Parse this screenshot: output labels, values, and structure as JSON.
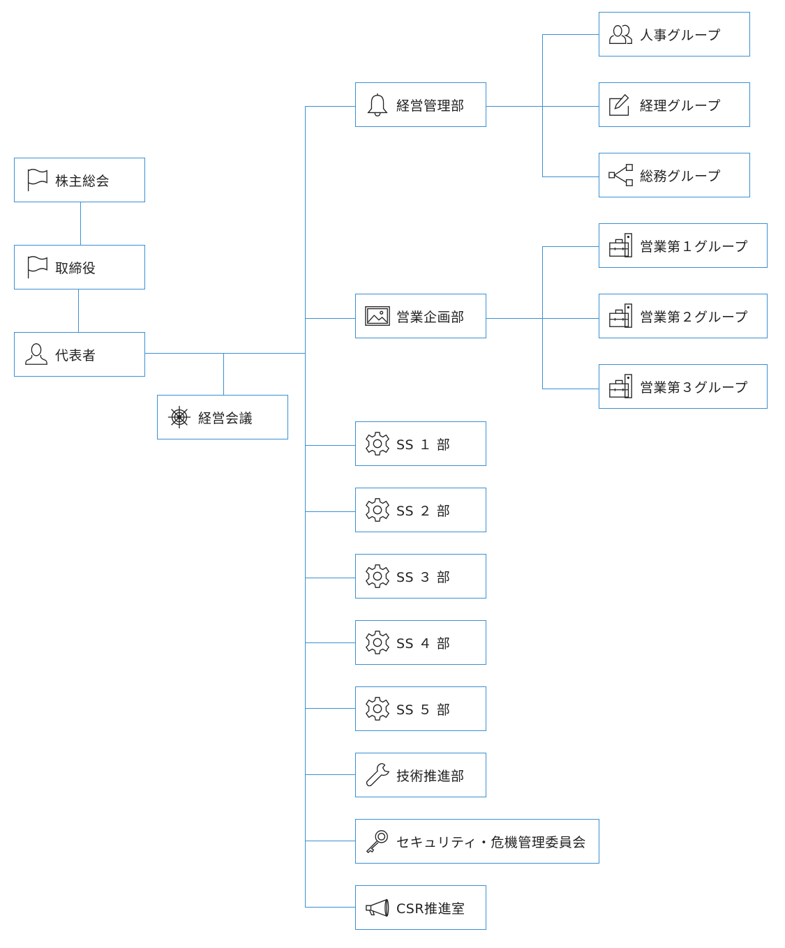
{
  "line_color": "#3a8fd1",
  "nodes": {
    "shareholders": {
      "label": "株主総会",
      "icon": "flag-icon"
    },
    "board": {
      "label": "取締役",
      "icon": "flag-icon"
    },
    "representative": {
      "label": "代表者",
      "icon": "person-icon"
    },
    "management_meeting": {
      "label": "経営会議",
      "icon": "ship-wheel-icon"
    },
    "mgmt_admin": {
      "label": "経営管理部",
      "icon": "bell-icon"
    },
    "hr_group": {
      "label": "人事グループ",
      "icon": "users-icon"
    },
    "accounting_group": {
      "label": "経理グループ",
      "icon": "edit-icon"
    },
    "general_affairs_group": {
      "label": "総務グループ",
      "icon": "share-icon"
    },
    "sales_planning": {
      "label": "営業企画部",
      "icon": "image-icon"
    },
    "sales1": {
      "label": "営業第１グループ",
      "icon": "toolbox-icon"
    },
    "sales2": {
      "label": "営業第２グループ",
      "icon": "toolbox-icon"
    },
    "sales3": {
      "label": "営業第３グループ",
      "icon": "toolbox-icon"
    },
    "ss1": {
      "label": "SS １ 部",
      "icon": "gear-icon"
    },
    "ss2": {
      "label": "SS ２ 部",
      "icon": "gear-icon"
    },
    "ss3": {
      "label": "SS ３ 部",
      "icon": "gear-icon"
    },
    "ss4": {
      "label": "SS ４ 部",
      "icon": "gear-icon"
    },
    "ss5": {
      "label": "SS ５ 部",
      "icon": "gear-icon"
    },
    "tech_promotion": {
      "label": "技術推進部",
      "icon": "wrench-icon"
    },
    "security_committee": {
      "label": "セキュリティ・危機管理委員会",
      "icon": "key-icon"
    },
    "csr_office": {
      "label": "CSR推進室",
      "icon": "megaphone-icon"
    }
  }
}
